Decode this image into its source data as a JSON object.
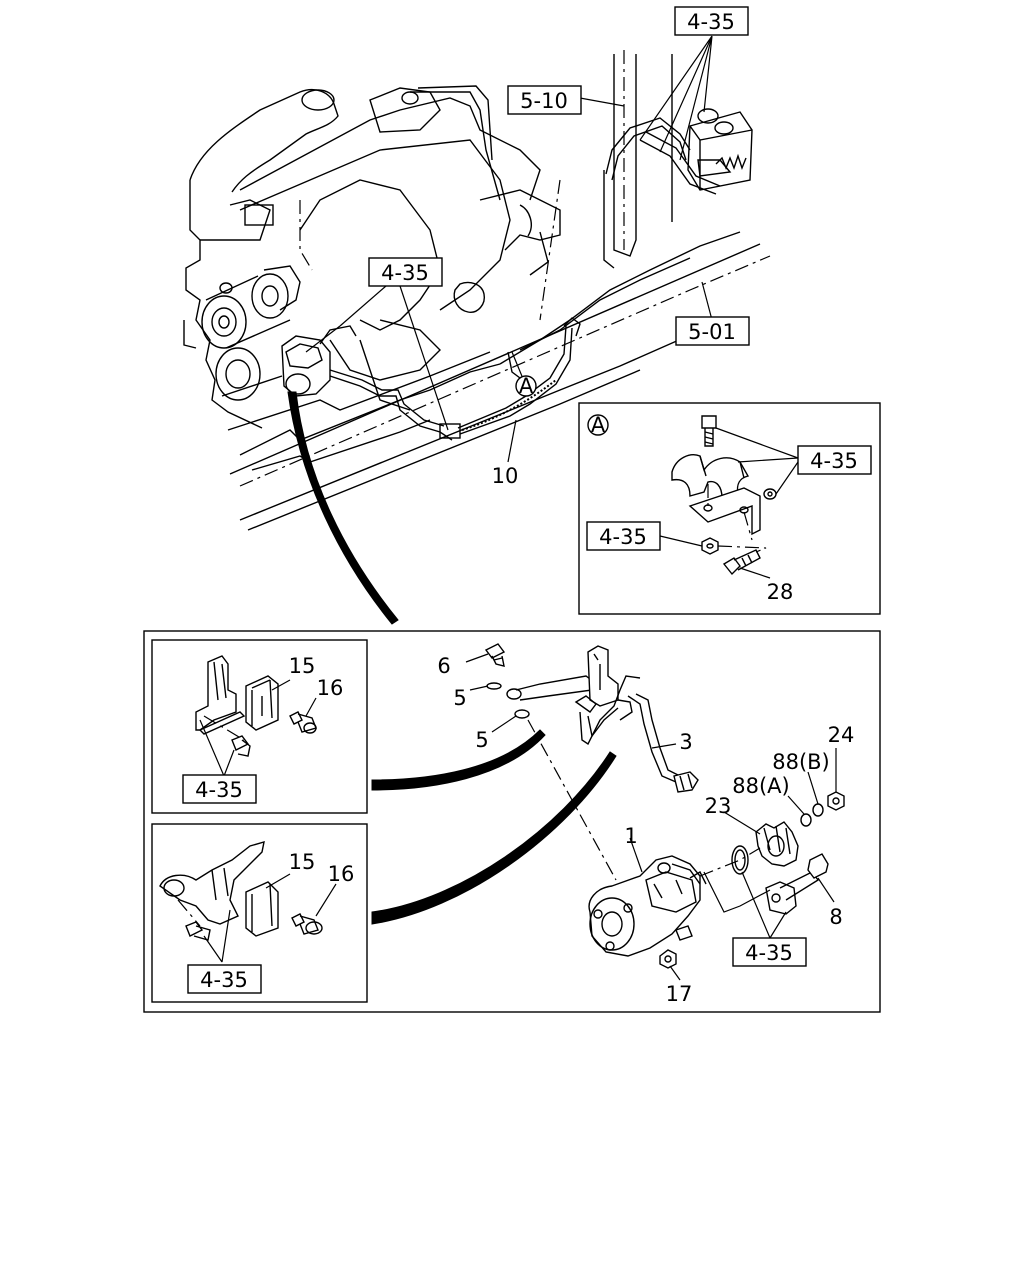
{
  "refs": {
    "top_right": "4-35",
    "r510": "5-10",
    "r501": "5-01",
    "engine": "4-35",
    "detail_a_upper": "4-35",
    "detail_a_lower": "4-35",
    "inset1": "4-35",
    "inset2": "4-35",
    "pump": "4-35"
  },
  "callouts": {
    "c10": "10",
    "c28": "28",
    "c15a": "15",
    "c16a": "16",
    "c15b": "15",
    "c16b": "16",
    "c6": "6",
    "c5a": "5",
    "c5b": "5",
    "c3": "3",
    "c24": "24",
    "c88b": "88(B)",
    "c88a": "88(A)",
    "c23": "23",
    "c1": "1",
    "c8": "8",
    "c17": "17"
  },
  "detail_marker": "A",
  "detail_title": "A"
}
